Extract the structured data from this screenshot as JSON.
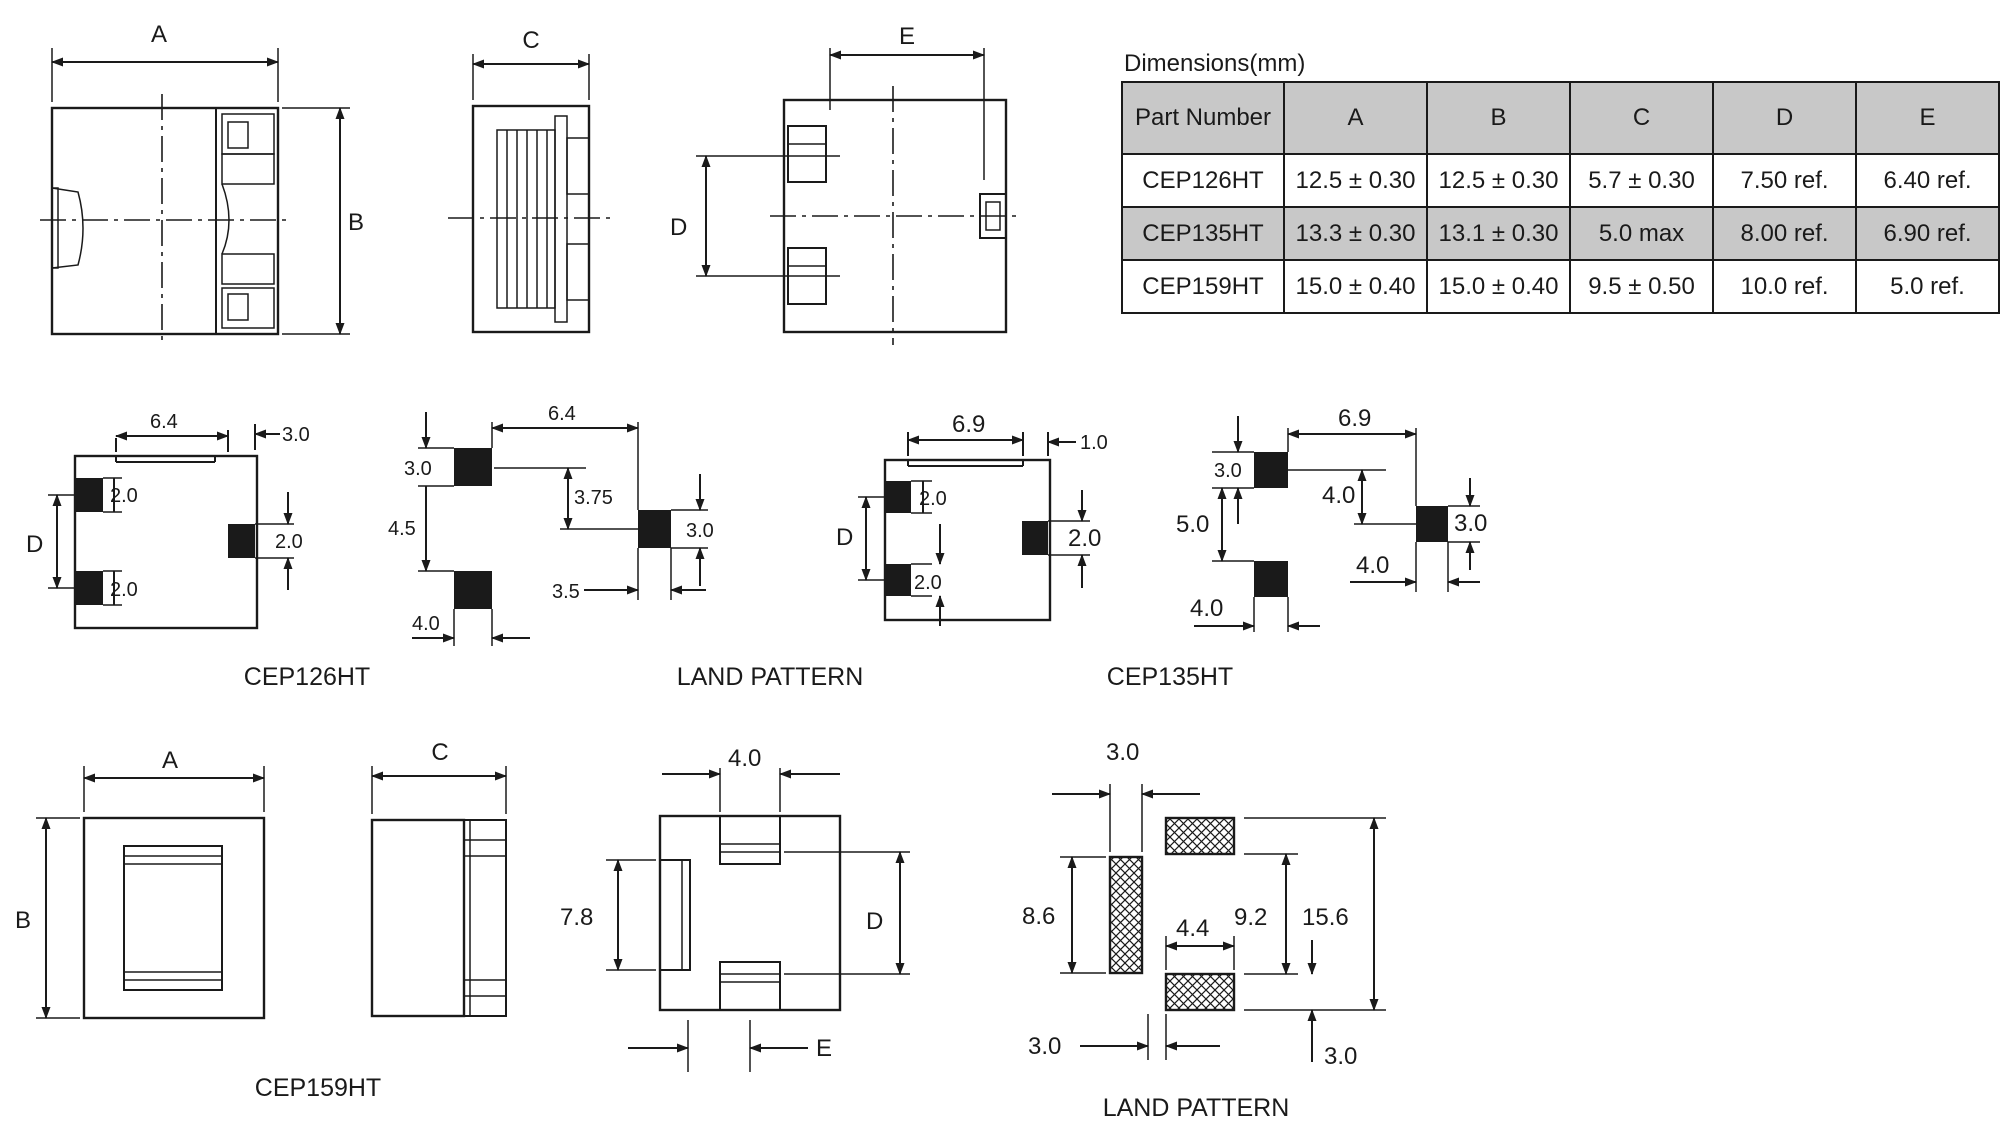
{
  "table": {
    "title": "Dimensions(mm)",
    "headers": [
      "Part Number",
      "A",
      "B",
      "C",
      "D",
      "E"
    ],
    "rows": [
      [
        "CEP126HT",
        "12.5 ± 0.30",
        "12.5 ± 0.30",
        "5.7 ± 0.30",
        "7.50 ref.",
        "6.40 ref."
      ],
      [
        "CEP135HT",
        "13.3 ± 0.30",
        "13.1 ± 0.30",
        "5.0 max",
        "8.00 ref.",
        "6.90 ref."
      ],
      [
        "CEP159HT",
        "15.0 ± 0.40",
        "15.0 ± 0.40",
        "9.5 ± 0.50",
        "10.0 ref.",
        "5.0 ref."
      ]
    ]
  },
  "top_views": {
    "label_a": "A",
    "label_b": "B",
    "label_c": "C",
    "label_d": "D",
    "label_e": "E"
  },
  "cep126": {
    "caption": "CEP126HT",
    "w": "6.4",
    "gap": "3.0",
    "d": "D",
    "pad_top": "2.0",
    "pad_bottom": "2.0",
    "pad_right": "2.0"
  },
  "land1": {
    "caption": "LAND PATTERN",
    "w": "6.4",
    "pad_h": "3.0",
    "pitch": "4.5",
    "offset": "3.75",
    "pad_h_right": "3.0",
    "pad_w_right": "3.5",
    "pad_w": "4.0"
  },
  "cep135": {
    "caption": "CEP135HT",
    "w": "6.9",
    "gap": "1.0",
    "d": "D",
    "pad_top": "2.0",
    "pad_bottom": "2.0",
    "pad_right": "2.0"
  },
  "land2": {
    "w": "6.9",
    "pad_h": "3.0",
    "pitch": "5.0",
    "offset": "4.0",
    "pad_h_right": "3.0",
    "pad_w_right": "4.0",
    "pad_w": "4.0"
  },
  "cep159": {
    "caption": "CEP159HT",
    "label_a": "A",
    "label_b": "B",
    "label_c": "C",
    "label_d": "D",
    "label_e": "E",
    "pad_w": "4.0",
    "height": "7.8"
  },
  "land3": {
    "caption": "LAND PATTERN",
    "left_w": "3.0",
    "left_h": "8.6",
    "pad_w": "4.4",
    "inner": "9.2",
    "outer": "15.6",
    "bottom_left": "3.0",
    "bottom_right": "3.0"
  }
}
